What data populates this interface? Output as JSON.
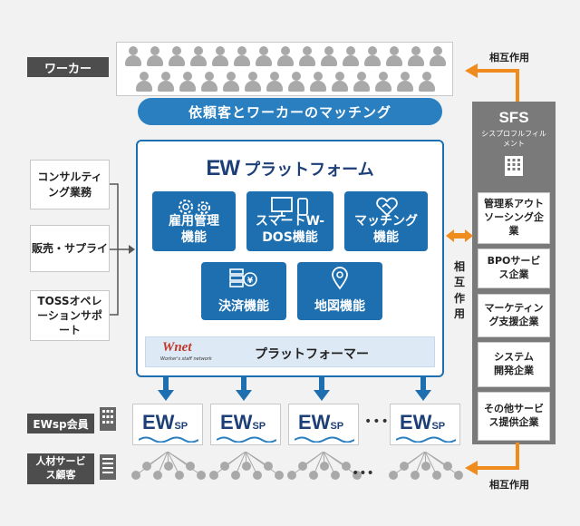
{
  "workers_label": "ワーカー",
  "matching_label": "依頼客とワーカーのマッチング",
  "left_boxes": [
    "コンサルティング業務",
    "販売・サプライ",
    "TOSSオペレーションサポート"
  ],
  "platform": {
    "logo_text": "EW",
    "title": "プラットフォーム",
    "functions": [
      "雇用管理機能",
      "スマートW-DOS機能",
      "マッチング機能",
      "決済機能",
      "地図機能"
    ],
    "wnet_logo": "Wnet",
    "wnet_sub": "Worker's staff network",
    "platformer": "プラットフォーマー"
  },
  "sfs": {
    "title": "SFS",
    "subtitle": "シスプロフルフィルメント",
    "boxes": [
      "管理系アウトソーシング企業",
      "BPOサービス企業",
      "マーケティング支援企業",
      "システム開発企業",
      "その他サービス提供企業"
    ]
  },
  "mutual_top": "相互作用",
  "mutual_mid": "相互作用",
  "mutual_bottom": "相互作用",
  "ewsp_member": "EWsp会員",
  "hr_client": "人材サービス顧客",
  "ewsp_logo": "EW",
  "ewsp_logo_sub": "SP",
  "ellipsis": "•••",
  "colors": {
    "blue": "#1d6fb0",
    "orange": "#f08c1e",
    "gray": "#4d4d4d"
  }
}
